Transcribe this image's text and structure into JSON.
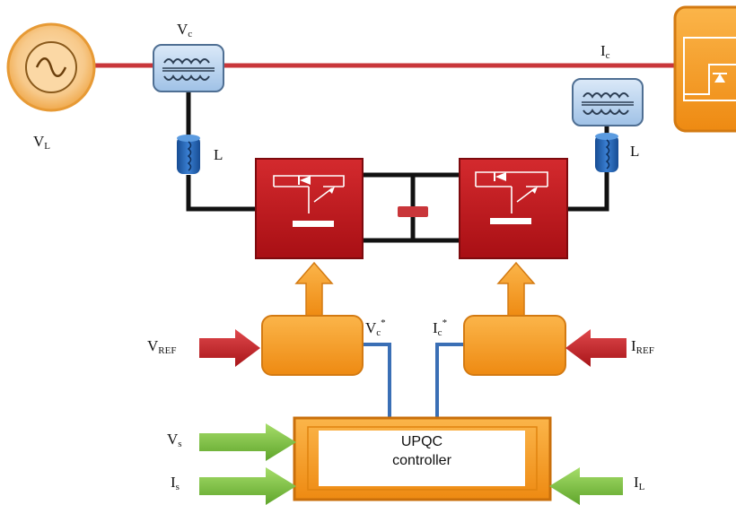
{
  "labels": {
    "vl": {
      "main": "V",
      "sub": "L"
    },
    "vc": {
      "main": "V",
      "sub": "c"
    },
    "ic": {
      "main": "I",
      "sub": "c"
    },
    "l_left": "L",
    "l_right": "L",
    "vref": {
      "main": "V",
      "sub": "REF"
    },
    "iref": {
      "main": "I",
      "sub": "REF"
    },
    "vc_star": {
      "main": "V",
      "sub": "c",
      "sup": "*"
    },
    "ic_star": {
      "main": "I",
      "sub": "c",
      "sup": "*"
    },
    "vs": {
      "main": "V",
      "sub": "s"
    },
    "is": {
      "main": "I",
      "sub": "s"
    },
    "il": {
      "main": "I",
      "sub": "L"
    }
  },
  "controller": {
    "line1": "UPQC",
    "line2": "controller"
  },
  "colors": {
    "line_red": "#c9363a",
    "wire": "#111111",
    "signal_blue": "#3a6fb5",
    "orange": "#f39a1e",
    "converter_red": "#c4161c",
    "arrow_red": "#c8242a",
    "arrow_green": "#7cc242",
    "inductor_blue": "#1f5fb0",
    "transformer_blue": "#b8d4ef"
  }
}
